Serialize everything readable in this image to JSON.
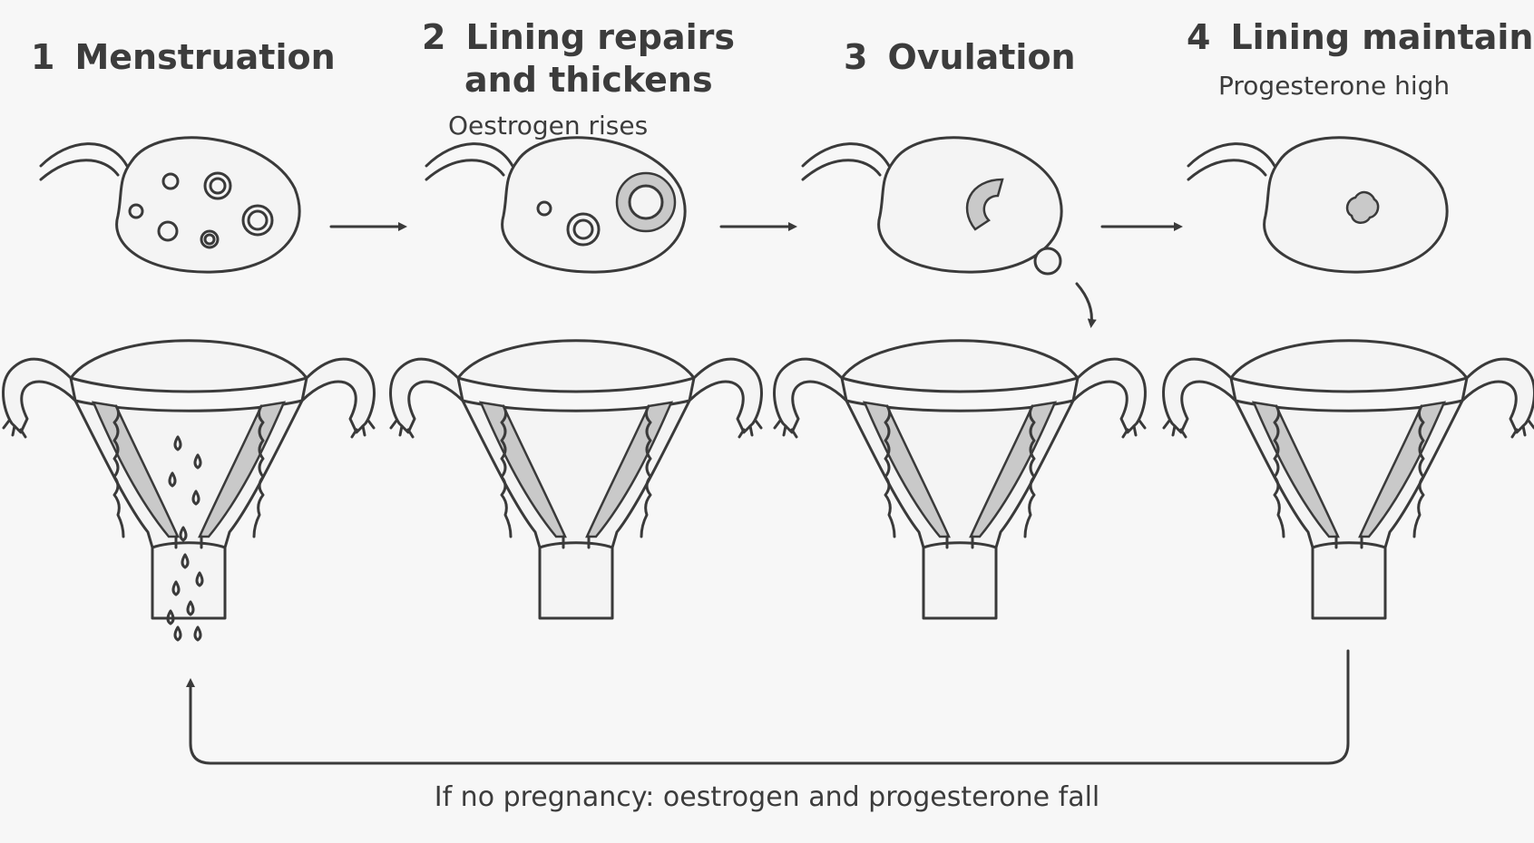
{
  "stages": [
    {
      "number": "1",
      "title_lines": [
        "Menstruation"
      ],
      "note": ""
    },
    {
      "number": "2",
      "title_lines": [
        "Lining repairs",
        "and thickens"
      ],
      "note": "Oestrogen rises"
    },
    {
      "number": "3",
      "title_lines": [
        "Ovulation"
      ],
      "note": ""
    },
    {
      "number": "4",
      "title_lines": [
        "Lining maintained"
      ],
      "note": "Progesterone high"
    }
  ],
  "cycle_note": "If no pregnancy: oestrogen and progesterone fall",
  "colors": {
    "ink": "#3a3a3a",
    "lining": "#c9c9c9",
    "background": "#f7f7f7",
    "organ_fill": "#f4f4f4"
  }
}
